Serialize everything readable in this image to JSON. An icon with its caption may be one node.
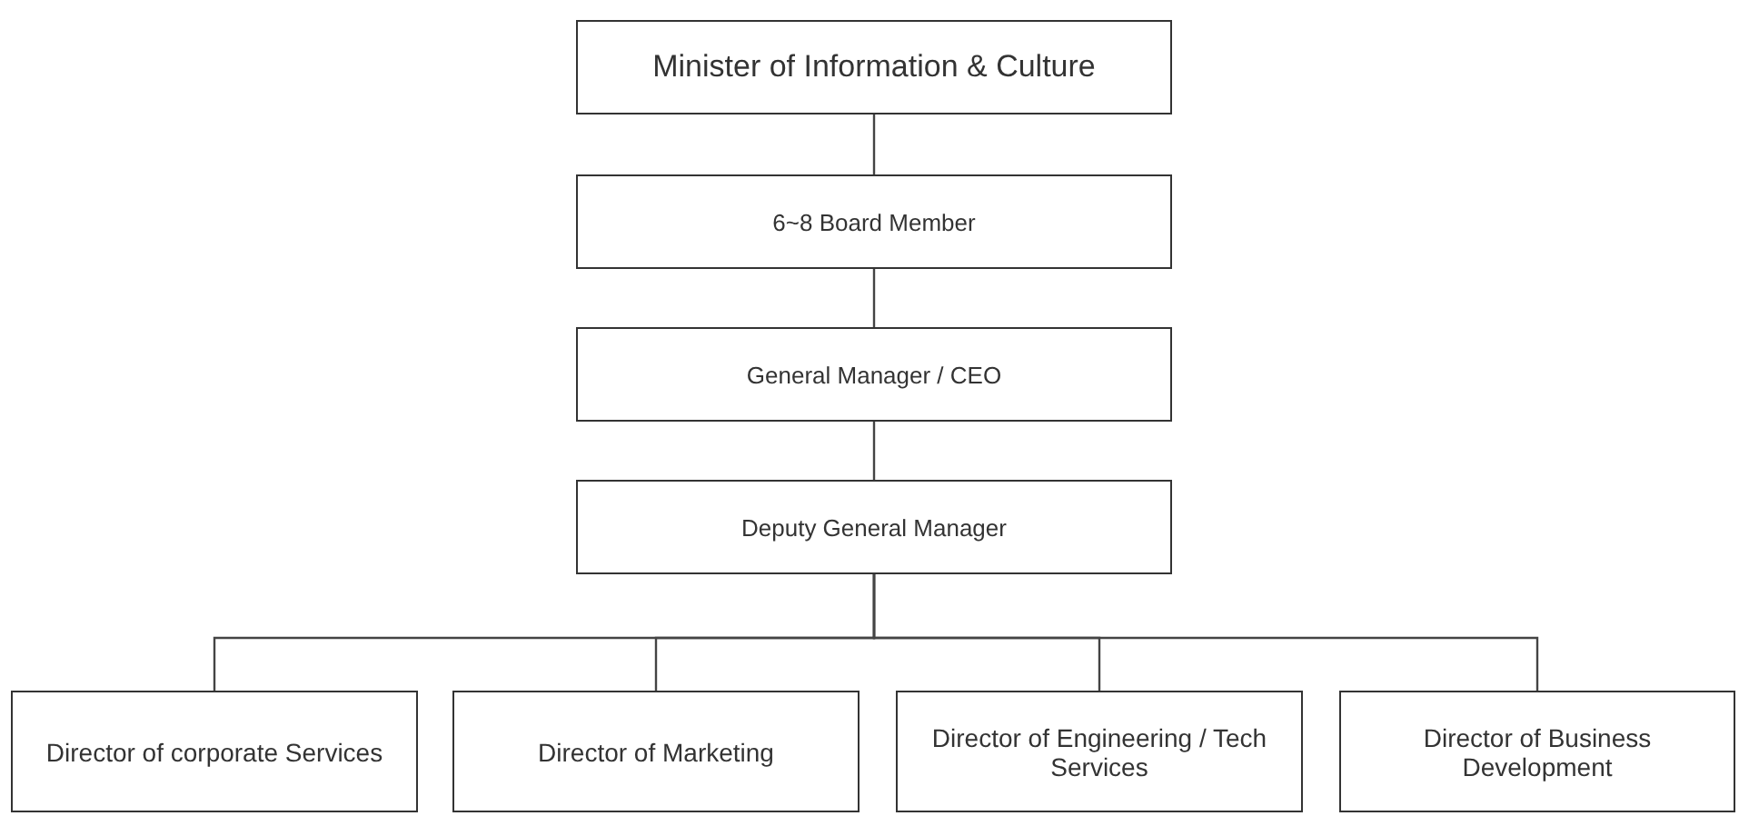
{
  "diagram": {
    "nodes": [
      {
        "text": [
          "Minister of Information & Culture"
        ]
      },
      {
        "text": [
          "6~8 Board Member"
        ]
      },
      {
        "text": [
          "General Manager / CEO"
        ]
      },
      {
        "text": [
          "Deputy General Manager"
        ]
      },
      {
        "text": [
          "Director of corporate Services"
        ]
      },
      {
        "text": [
          "Director of Marketing"
        ]
      },
      {
        "text": [
          "Director of Engineering / Tech Services"
        ]
      },
      {
        "text": [
          "Director of Business Development"
        ]
      }
    ],
    "edges": [
      {
        "from": 0,
        "to": 1,
        "arrow": "none"
      },
      {
        "from": 1,
        "to": 2,
        "arrow": "none"
      },
      {
        "from": 2,
        "to": 3,
        "arrow": "none"
      },
      {
        "from": 3,
        "to": 4,
        "arrow": "none"
      },
      {
        "from": 3,
        "to": 5,
        "arrow": "none"
      },
      {
        "from": 3,
        "to": 6,
        "arrow": "none"
      },
      {
        "from": 3,
        "to": 7,
        "arrow": "none"
      }
    ]
  }
}
